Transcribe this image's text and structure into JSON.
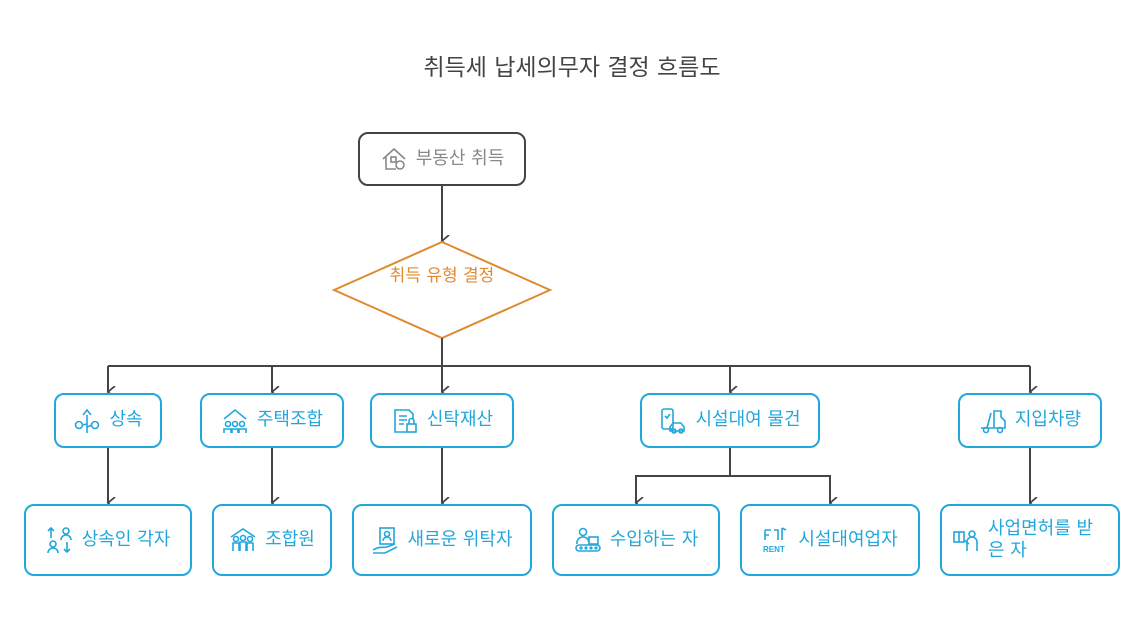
{
  "title": "취득세 납세의무자 결정 흐름도",
  "colors": {
    "accent_blue": "#22a7dc",
    "decision_orange": "#e08a30",
    "connector": "#444444",
    "root_text": "#888888"
  },
  "root": {
    "label": "부동산 취득",
    "icon": "house-tag-icon"
  },
  "decision": {
    "label": "취득 유형 결정"
  },
  "categories": [
    {
      "label": "상속",
      "icon": "family-tree-icon"
    },
    {
      "label": "주택조합",
      "icon": "house-group-icon"
    },
    {
      "label": "신탁재산",
      "icon": "document-lock-icon"
    },
    {
      "label": "시설대여 물건",
      "icon": "phone-car-icon"
    },
    {
      "label": "지입차량",
      "icon": "truck-icon"
    }
  ],
  "outcomes": [
    {
      "label": "상속인 각자",
      "icon": "people-exchange-icon"
    },
    {
      "label": "조합원",
      "icon": "members-house-icon"
    },
    {
      "label": "새로운 위탁자",
      "icon": "hand-card-icon"
    },
    {
      "label": "수입하는 자",
      "icon": "worker-conveyor-icon"
    },
    {
      "label": "시설대여업자",
      "icon": "rent-sign-icon"
    },
    {
      "label": "사업면허를 받은 자",
      "icon": "license-person-icon"
    }
  ]
}
